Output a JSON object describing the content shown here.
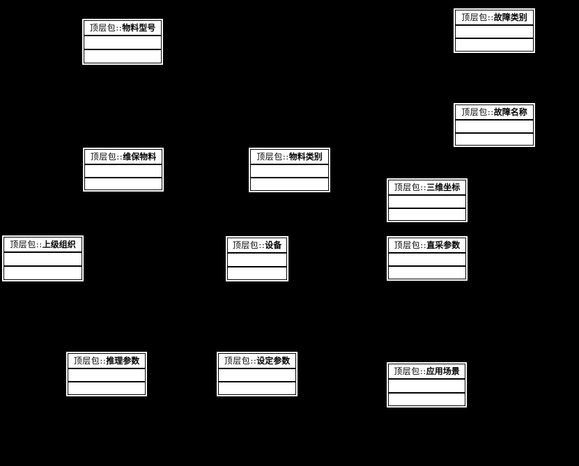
{
  "diagram": {
    "type": "uml-class-diagram",
    "background_color": "#000000",
    "box_fill_color": "#ffffff",
    "box_border_color": "#000000",
    "text_color": "#000000",
    "package_prefix": "顶层包::",
    "boxes": [
      {
        "name": "物料型号",
        "attributes": [],
        "operations": []
      },
      {
        "name": "故障类别",
        "attributes": [],
        "operations": []
      },
      {
        "name": "故障名称",
        "attributes": [],
        "operations": []
      },
      {
        "name": "维保物料",
        "attributes": [],
        "operations": []
      },
      {
        "name": "物料类别",
        "attributes": [],
        "operations": []
      },
      {
        "name": "三维坐标",
        "attributes": [],
        "operations": []
      },
      {
        "name": "上级组织",
        "attributes": [],
        "operations": []
      },
      {
        "name": "设备",
        "attributes": [],
        "operations": []
      },
      {
        "name": "直采参数",
        "attributes": [],
        "operations": []
      },
      {
        "name": "推理参数",
        "attributes": [],
        "operations": []
      },
      {
        "name": "设定参数",
        "attributes": [],
        "operations": []
      },
      {
        "name": "应用场景",
        "attributes": [],
        "operations": []
      }
    ]
  }
}
